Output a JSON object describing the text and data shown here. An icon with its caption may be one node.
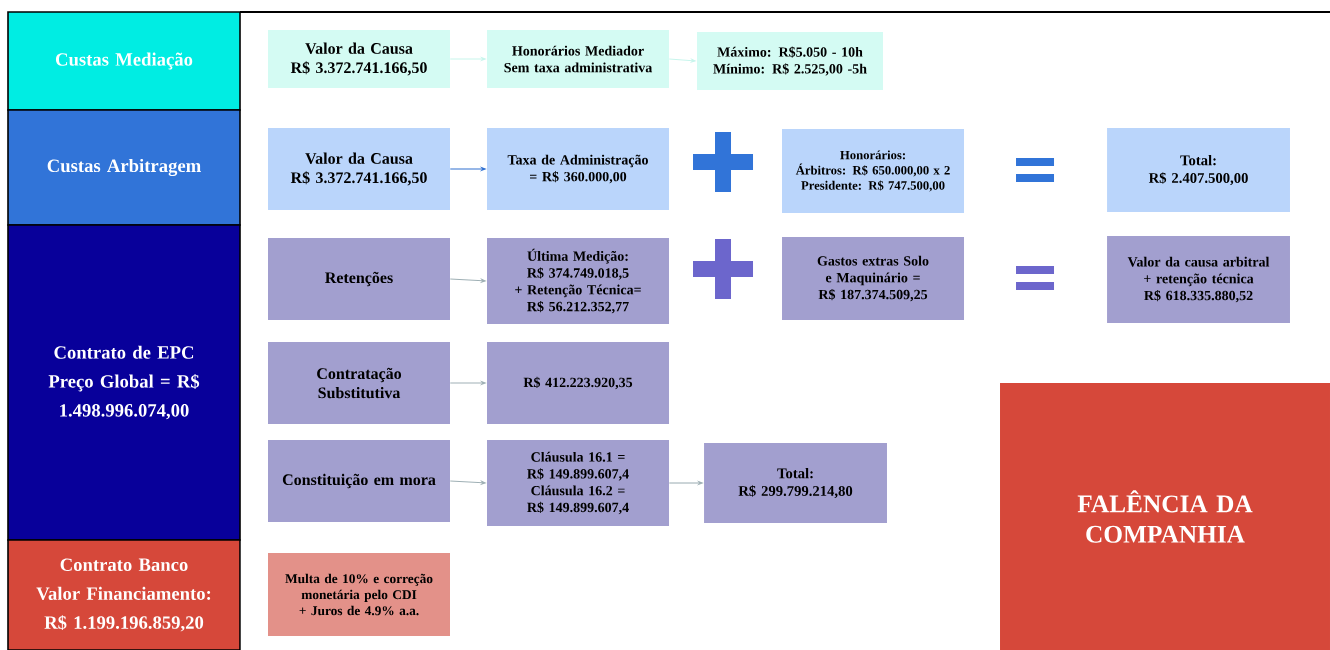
{
  "diagram": {
    "nodes": [
      {
        "text": [
          "Custas Mediação"
        ]
      },
      {
        "text": [
          "Valor da Causa",
          "R$ 3.372.741.166,50"
        ]
      },
      {
        "text": [
          "Honorários Mediador",
          "Sem taxa administrativa"
        ]
      },
      {
        "text": [
          "Máximo: R$5.050 - 10h",
          "Mínimo: R$ 2.525,00 -5h"
        ]
      },
      {
        "text": [
          "Custas Arbitragem"
        ]
      },
      {
        "text": [
          "Valor da Causa",
          "R$ 3.372.741.166,50"
        ]
      },
      {
        "text": [
          "Taxa de Administração = R$ 360.000,00"
        ]
      },
      {
        "text": [
          "Honorários:",
          "Árbitros: R$ 650.000,00 x 2",
          "Presidente: R$ 747.500,00"
        ]
      },
      {
        "text": [
          "Total:",
          "R$ 2.407.500,00"
        ]
      },
      {
        "text": [
          "Contrato de EPC Preço Global = R$ 1.498.996.074,00"
        ]
      },
      {
        "text": [
          "Retenções"
        ]
      },
      {
        "text": [
          "Última Medição: R$ 374.749.018,5",
          "+ Retenção Técnica= R$ 56.212.352,77"
        ]
      },
      {
        "text": [
          "Gastos extras Solo e Maquinário = R$ 187.374.509,25"
        ]
      },
      {
        "text": [
          "Valor da causa arbitral + retenção técnica",
          "R$ 618.335.880,52"
        ]
      },
      {
        "text": [
          "Contratação Substitutiva"
        ]
      },
      {
        "text": [
          "R$  412.223.920,35"
        ]
      },
      {
        "text": [
          "Constituição em mora"
        ]
      },
      {
        "text": [
          "Cláusula 16.1 = R$ 149.899.607,4",
          "Cláusula 16.2 = R$ 149.899.607,4"
        ]
      },
      {
        "text": [
          "Total:",
          "R$ 299.799.214,80"
        ]
      },
      {
        "text": [
          "Contrato Banco",
          "Valor Financiamento: R$ 1.199.196.859,20"
        ]
      },
      {
        "text": [
          "Multa de 10% e correção monetária pelo CDI + Juros de 4.9% a.a."
        ]
      },
      {
        "text": [
          "FALÊNCIA DA COMPANHIA"
        ]
      }
    ],
    "edges": [
      {
        "from": 1,
        "to": 2,
        "arrow": "to",
        "color": "#c8f5ec"
      },
      {
        "from": 2,
        "to": 3,
        "arrow": "to",
        "color": "#c8f5ec"
      },
      {
        "from": 5,
        "to": 6,
        "arrow": "to",
        "color": "#3070d0"
      },
      {
        "from": 10,
        "to": 11,
        "arrow": "to"
      },
      {
        "from": 14,
        "to": 15,
        "arrow": "to"
      },
      {
        "from": 16,
        "to": 17,
        "arrow": "to"
      },
      {
        "from": 17,
        "to": 18,
        "arrow": "to"
      }
    ]
  }
}
